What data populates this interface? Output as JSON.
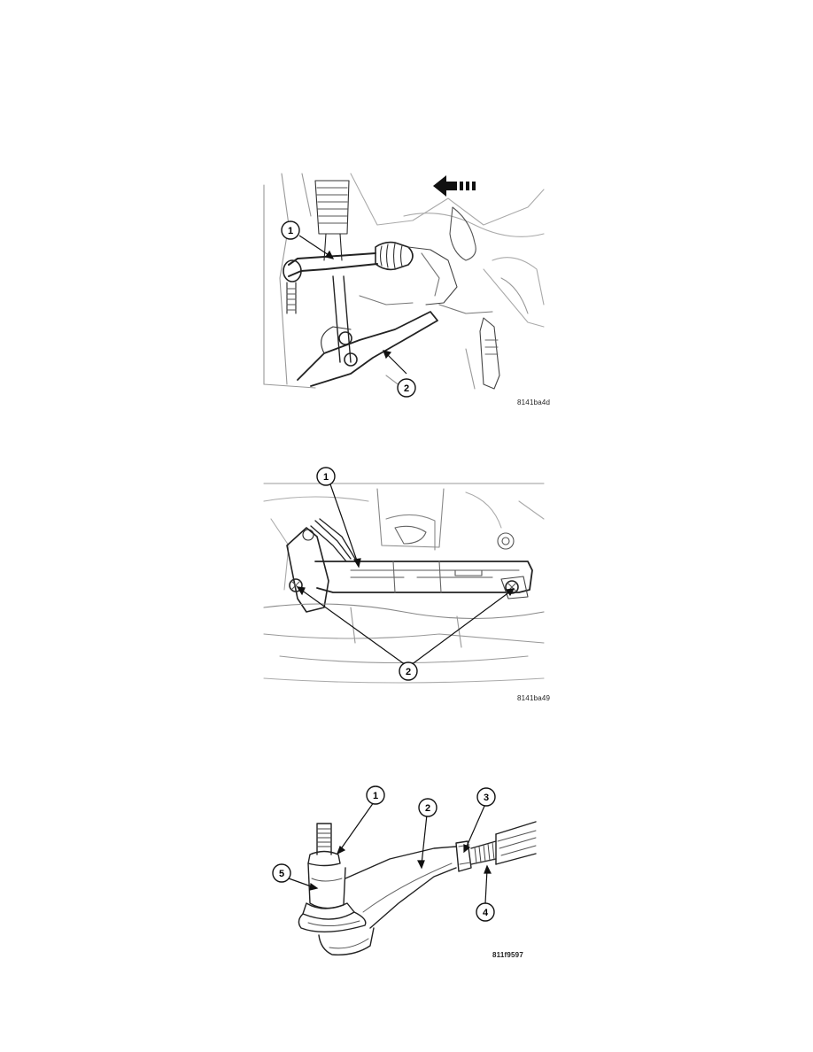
{
  "figures": [
    {
      "id_label": "8141ba4d",
      "callouts": [
        "1",
        "2"
      ]
    },
    {
      "id_label": "8141ba49",
      "callouts": [
        "1",
        "2"
      ]
    },
    {
      "id_label": "811f9597",
      "callouts": [
        "1",
        "2",
        "3",
        "4",
        "5"
      ]
    }
  ]
}
